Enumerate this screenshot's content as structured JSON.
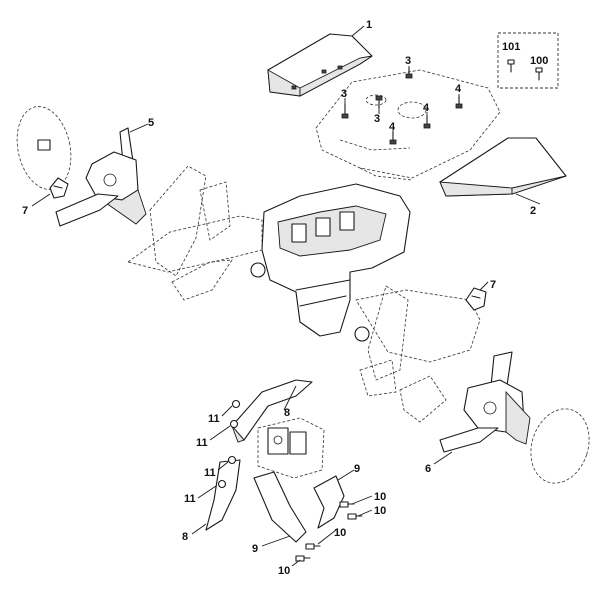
{
  "callouts": {
    "c1": "1",
    "c2": "2",
    "c3": "3",
    "c4": "4",
    "c5": "5",
    "c6": "6",
    "c7": "7",
    "c8": "8",
    "c9": "9",
    "c10": "10",
    "c11": "11",
    "c100": "100",
    "c101": "101"
  }
}
